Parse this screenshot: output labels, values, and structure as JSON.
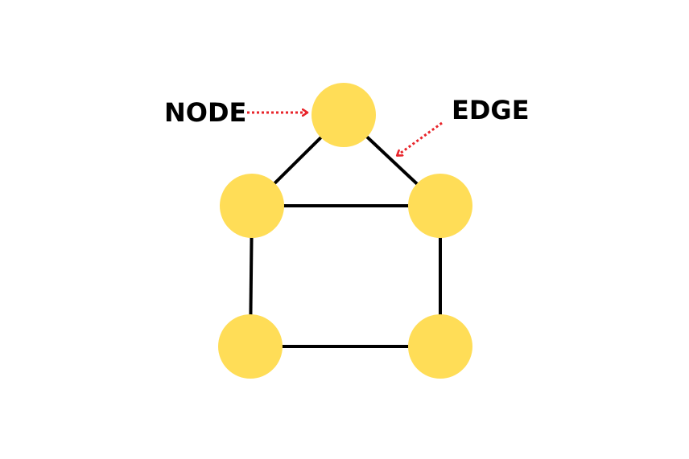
{
  "labels": {
    "node": "NODE",
    "edge": "EDGE"
  },
  "colors": {
    "background": "#ffffff",
    "node_fill": "#FFDD57",
    "edge_stroke": "#000000",
    "annotation_arrow": "#E8252B",
    "label_text": "#000000"
  },
  "graph": {
    "nodes": [
      "top",
      "mid-left",
      "mid-right",
      "bottom-left",
      "bottom-right"
    ],
    "edges": [
      [
        "top",
        "mid-left"
      ],
      [
        "top",
        "mid-right"
      ],
      [
        "mid-left",
        "mid-right"
      ],
      [
        "mid-left",
        "bottom-left"
      ],
      [
        "mid-right",
        "bottom-right"
      ],
      [
        "bottom-left",
        "bottom-right"
      ]
    ]
  }
}
